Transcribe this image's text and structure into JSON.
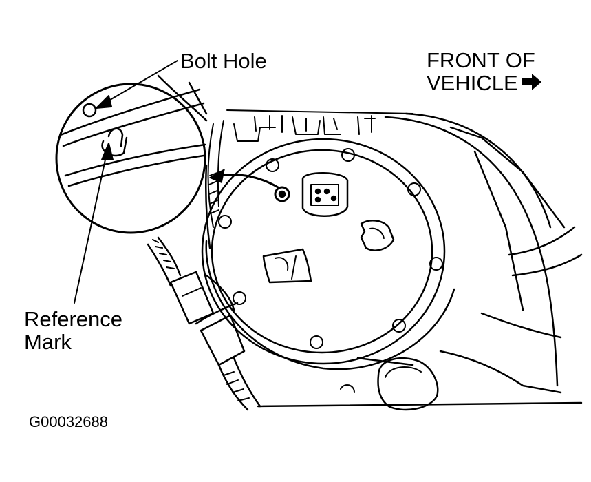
{
  "labels": {
    "bolt_hole": "Bolt Hole",
    "front_of_vehicle": [
      "FRONT OF",
      "VEHICLE"
    ],
    "reference_mark": [
      "Reference",
      "Mark"
    ],
    "figure_id": "G00032688"
  },
  "icons": {
    "front_arrow": "right-arrow-icon"
  },
  "colors": {
    "ink": "#000000",
    "paper": "#ffffff"
  }
}
